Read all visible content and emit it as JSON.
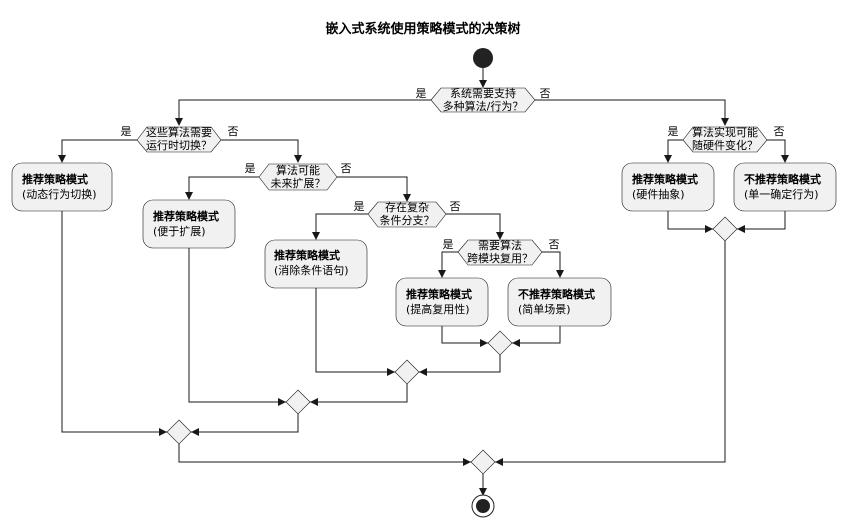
{
  "title": "嵌入式系统使用策略模式的决策树",
  "yes": "是",
  "no": "否",
  "decisions": {
    "d1": [
      "系统需要支持",
      "多种算法/行为？"
    ],
    "d2": [
      "这些算法需要",
      "运行时切换？"
    ],
    "d3": [
      "算法可能",
      "未来扩展？"
    ],
    "d4": [
      "存在复杂",
      "条件分支？"
    ],
    "d5": [
      "需要算法",
      "跨模块复用？"
    ],
    "d6": [
      "算法实现可能",
      "随硬件变化？"
    ]
  },
  "activities": {
    "a1": {
      "title": "推荐策略模式",
      "sub": "(动态行为切换)"
    },
    "a2": {
      "title": "推荐策略模式",
      "sub": "(便于扩展)"
    },
    "a3": {
      "title": "推荐策略模式",
      "sub": "(消除条件语句)"
    },
    "a4": {
      "title": "推荐策略模式",
      "sub": "(提高复用性)"
    },
    "a5": {
      "title": "不推荐策略模式",
      "sub": "(简单场景)"
    },
    "a6": {
      "title": "推荐策略模式",
      "sub": "(硬件抽象)"
    },
    "a7": {
      "title": "不推荐策略模式",
      "sub": "(单一确定行为)"
    }
  }
}
